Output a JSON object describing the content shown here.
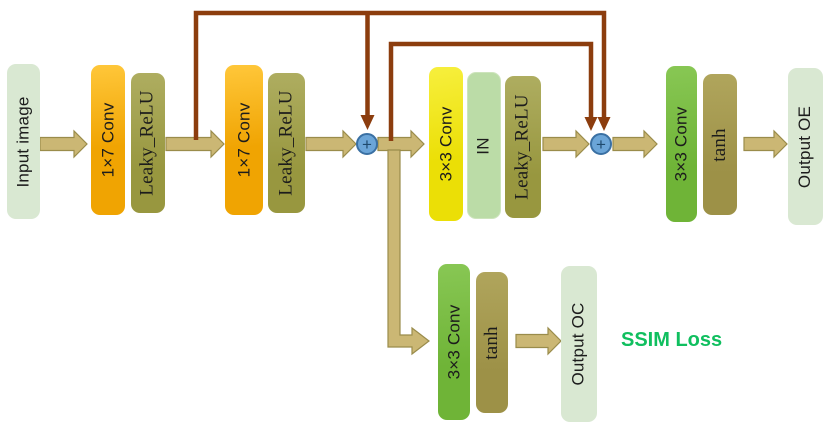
{
  "diagram": {
    "background": "#ffffff",
    "loss_label": "SSIM Loss",
    "nodes": [
      {
        "id": "input-image",
        "label": "Input image",
        "kind": "io"
      },
      {
        "id": "conv-1x7-1",
        "label": "1×7 Conv",
        "kind": "conv"
      },
      {
        "id": "leaky-relu-1",
        "label": "Leaky_ReLU",
        "kind": "activation"
      },
      {
        "id": "conv-1x7-2",
        "label": "1×7 Conv",
        "kind": "conv"
      },
      {
        "id": "leaky-relu-2",
        "label": "Leaky_ReLU",
        "kind": "activation"
      },
      {
        "id": "conv-3x3-1",
        "label": "3×3 Conv",
        "kind": "conv"
      },
      {
        "id": "instance-norm",
        "label": "IN",
        "kind": "norm"
      },
      {
        "id": "leaky-relu-3",
        "label": "Leaky_ReLU",
        "kind": "activation"
      },
      {
        "id": "conv-3x3-2",
        "label": "3×3 Conv",
        "kind": "conv"
      },
      {
        "id": "tanh-1",
        "label": "tanh",
        "kind": "activation"
      },
      {
        "id": "output-oe",
        "label": "Output OE",
        "kind": "io"
      },
      {
        "id": "conv-3x3-3",
        "label": "3×3 Conv",
        "kind": "conv"
      },
      {
        "id": "tanh-2",
        "label": "tanh",
        "kind": "activation"
      },
      {
        "id": "output-oc",
        "label": "Output OC",
        "kind": "io"
      }
    ],
    "operators": [
      {
        "id": "add-1",
        "symbol": "+"
      },
      {
        "id": "add-2",
        "symbol": "+"
      }
    ],
    "colors": {
      "bg": "#ffffff",
      "label_dark": "#1c1c1c",
      "io_pale": "#d9e8d2",
      "in_pale": "#bbdca7",
      "conv_amber": "#f0a402",
      "conv_amber_light": "#ffc73a",
      "conv_yellow": "#ebdf06",
      "conv_yellow_light": "#f7ef3d",
      "conv_green": "#6fb437",
      "conv_green_light": "#88c754",
      "act_olive": "#98973f",
      "act_olive_light": "#aead60",
      "act_gold": "#9d9147",
      "act_gold_light": "#b0a55c",
      "arrow_tan": "#cbb774",
      "arrow_tan_border": "#9a8c4b",
      "skip_brown": "#8c3d0e",
      "add_fill": "#6ba5d8",
      "add_border": "#3a70a3",
      "add_plus": "#1f4a6e",
      "loss_green": "#10bf5f"
    }
  }
}
